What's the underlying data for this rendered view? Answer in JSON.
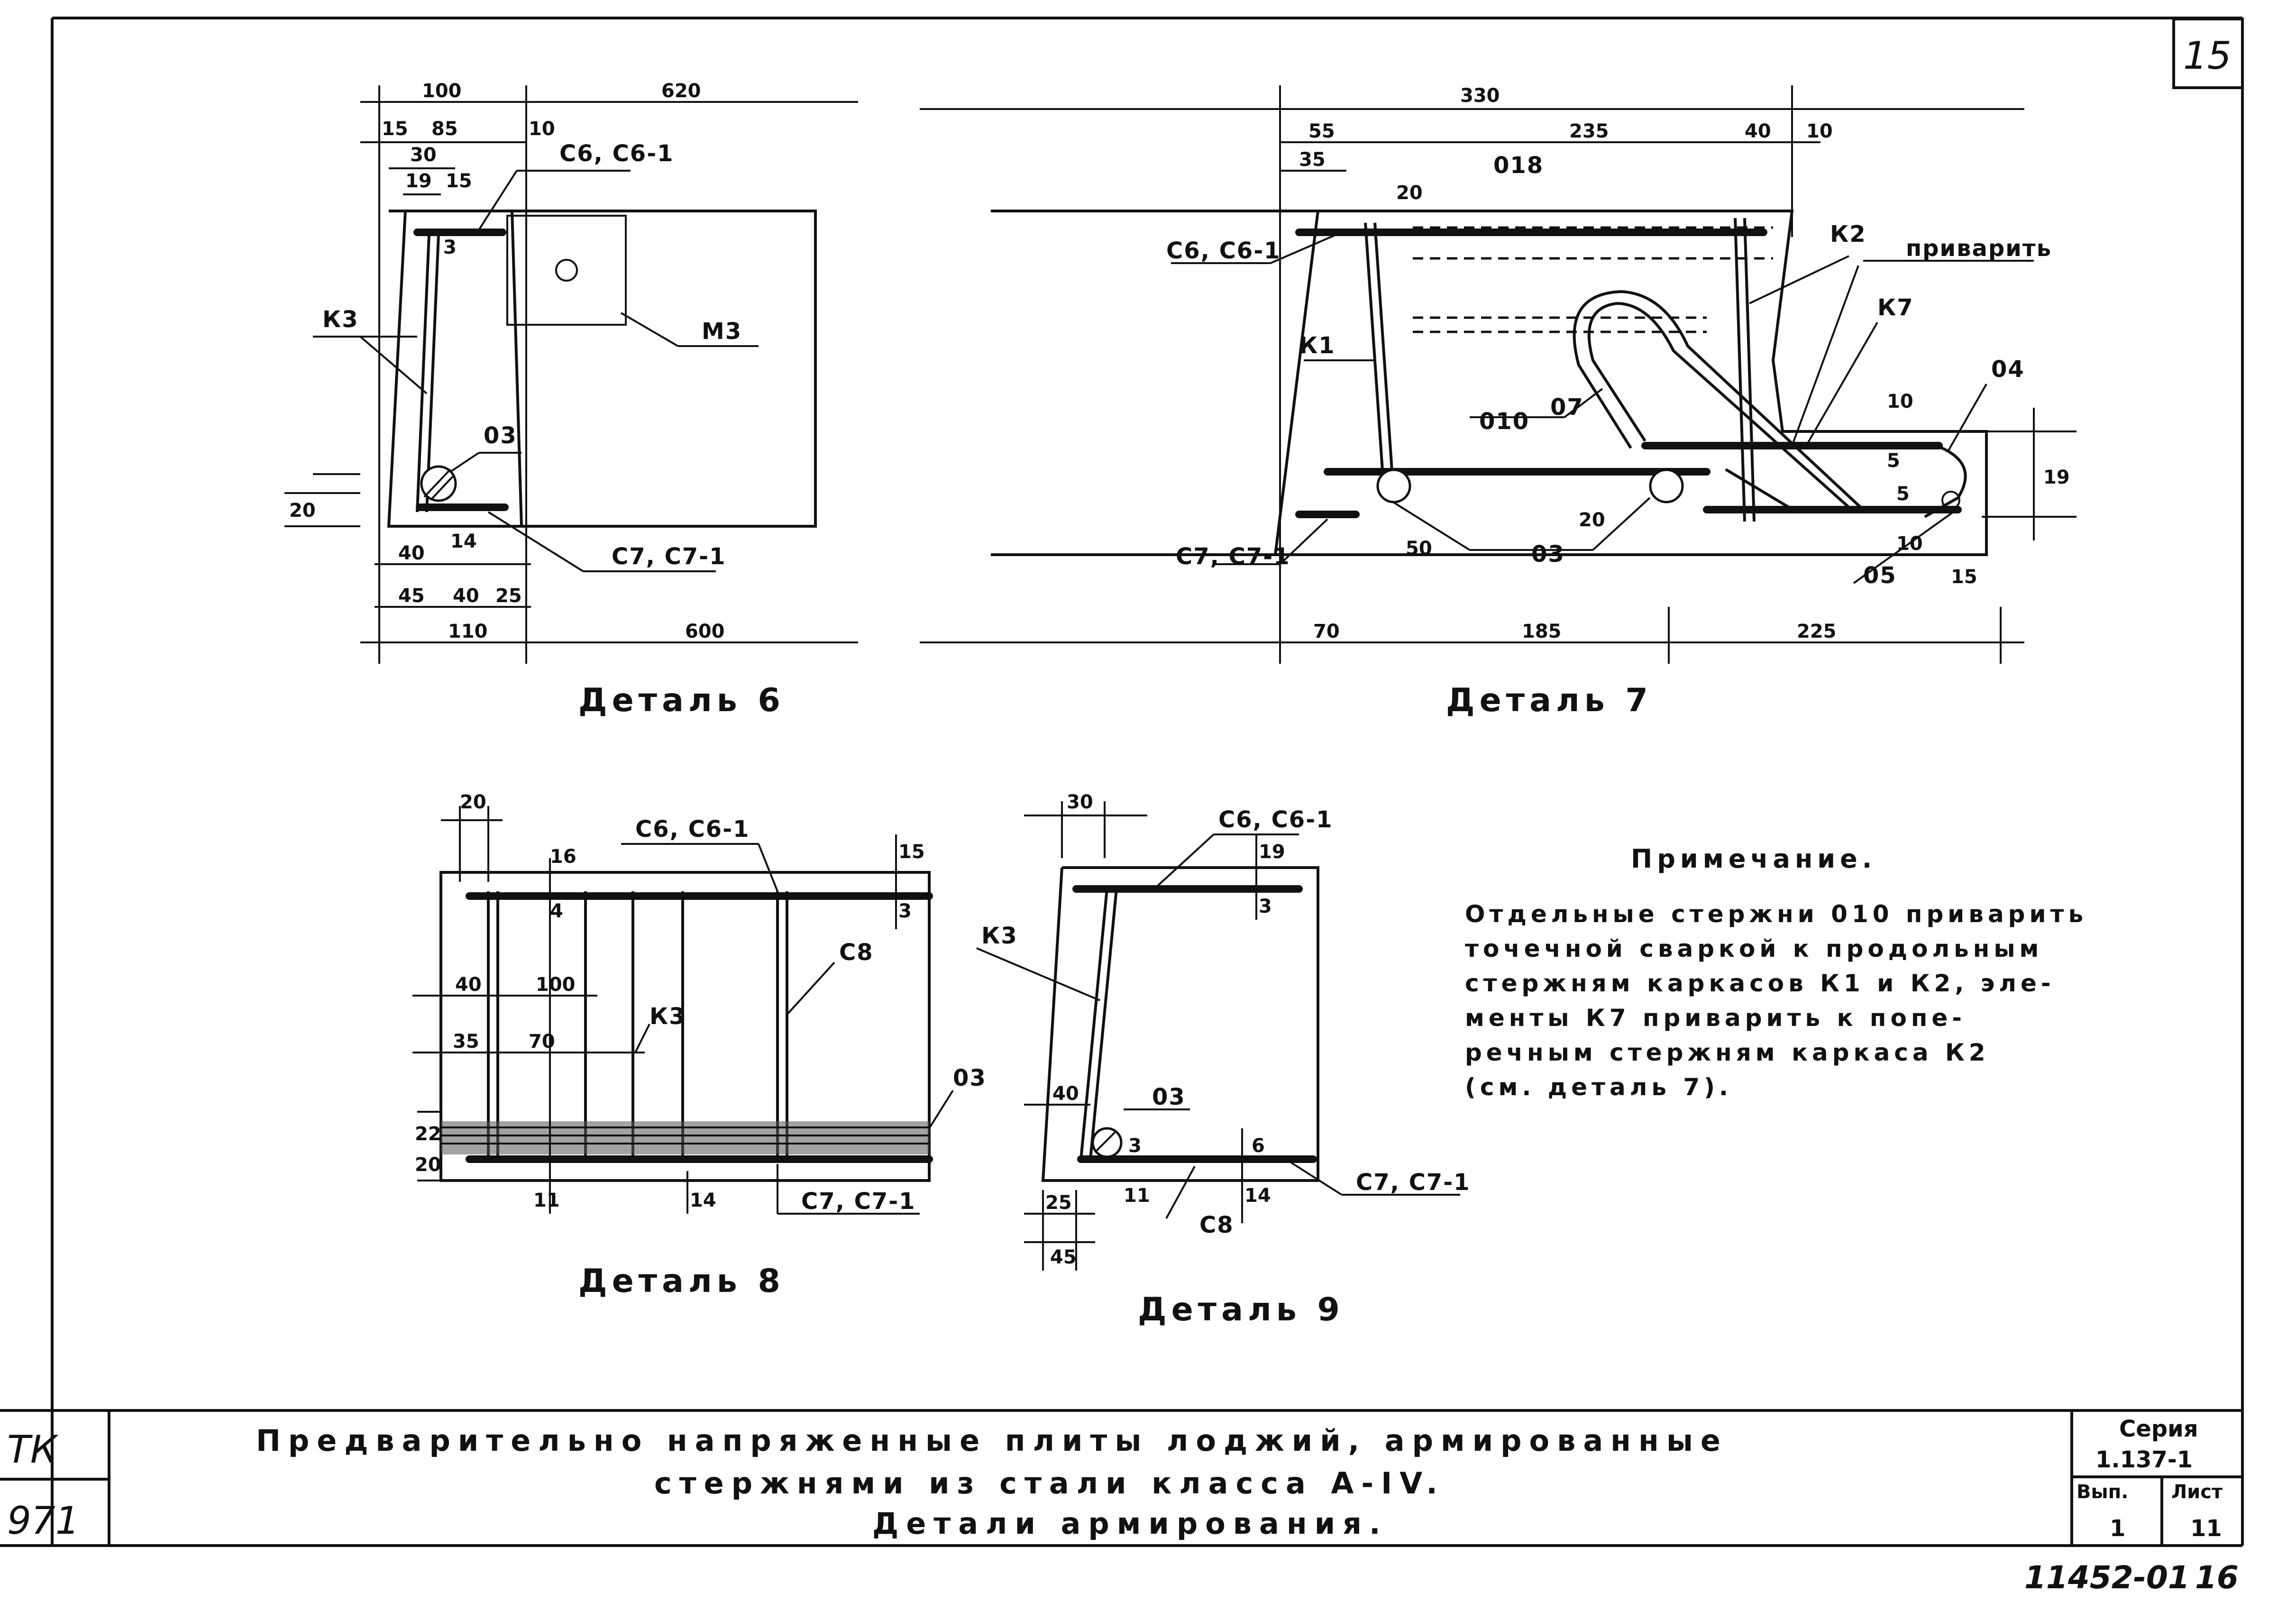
{
  "sheet": {
    "page_number": "15",
    "bottom_number": "11452-01",
    "bottom_page": "16"
  },
  "details": {
    "d6": {
      "caption": "Деталь 6",
      "dims": [
        "100",
        "620",
        "15",
        "85",
        "10",
        "30",
        "19",
        "15",
        "3",
        "20",
        "40",
        "14",
        "45",
        "40",
        "25",
        "110",
        "600"
      ],
      "labels": [
        "С6, С6-1",
        "К3",
        "М3",
        "03",
        "С7, С7-1"
      ]
    },
    "d7": {
      "caption": "Деталь 7",
      "dims": [
        "330",
        "55",
        "235",
        "40",
        "10",
        "35",
        "20",
        "10",
        "5",
        "19",
        "20",
        "50",
        "10",
        "5",
        "15",
        "70",
        "185",
        "225"
      ],
      "labels": [
        "018",
        "С6, С6-1",
        "К2",
        "приварить",
        "К7",
        "К1",
        "010",
        "07",
        "04",
        "03",
        "С7, С7-1",
        "05"
      ]
    },
    "d8": {
      "caption": "Деталь 8",
      "dims": [
        "20",
        "16",
        "15",
        "4",
        "3",
        "40",
        "100",
        "35",
        "70",
        "22",
        "20",
        "11",
        "14"
      ],
      "labels": [
        "С6, С6-1",
        "С8",
        "К3",
        "03",
        "С7, С7-1"
      ]
    },
    "d9": {
      "caption": "Деталь 9",
      "dims": [
        "30",
        "19",
        "3",
        "40",
        "6",
        "3",
        "11",
        "14",
        "25",
        "45"
      ],
      "labels": [
        "С6, С6-1",
        "К3",
        "03",
        "С8",
        "С7, С7-1"
      ]
    }
  },
  "note": {
    "title": "Примечание.",
    "lines": [
      "Отдельные стержни 010 приварить",
      "точечной сваркой к продольным",
      "стержням каркасов К1 и К2, эле-",
      "менты К7 приварить к попе-",
      "речным стержням каркаса К2",
      "(см. деталь 7)."
    ]
  },
  "title_block": {
    "code_top": "ТК",
    "code_bottom": "971",
    "title_lines": [
      "Предварительно напряженные плиты лоджий, армированные",
      "стержнями из стали класса А-IV.",
      "Детали армирования."
    ],
    "series_label": "Серия",
    "series_value": "1.137-1",
    "issue_label": "Вып.",
    "issue_value": "1",
    "sheet_label": "Лист",
    "sheet_value": "11"
  }
}
